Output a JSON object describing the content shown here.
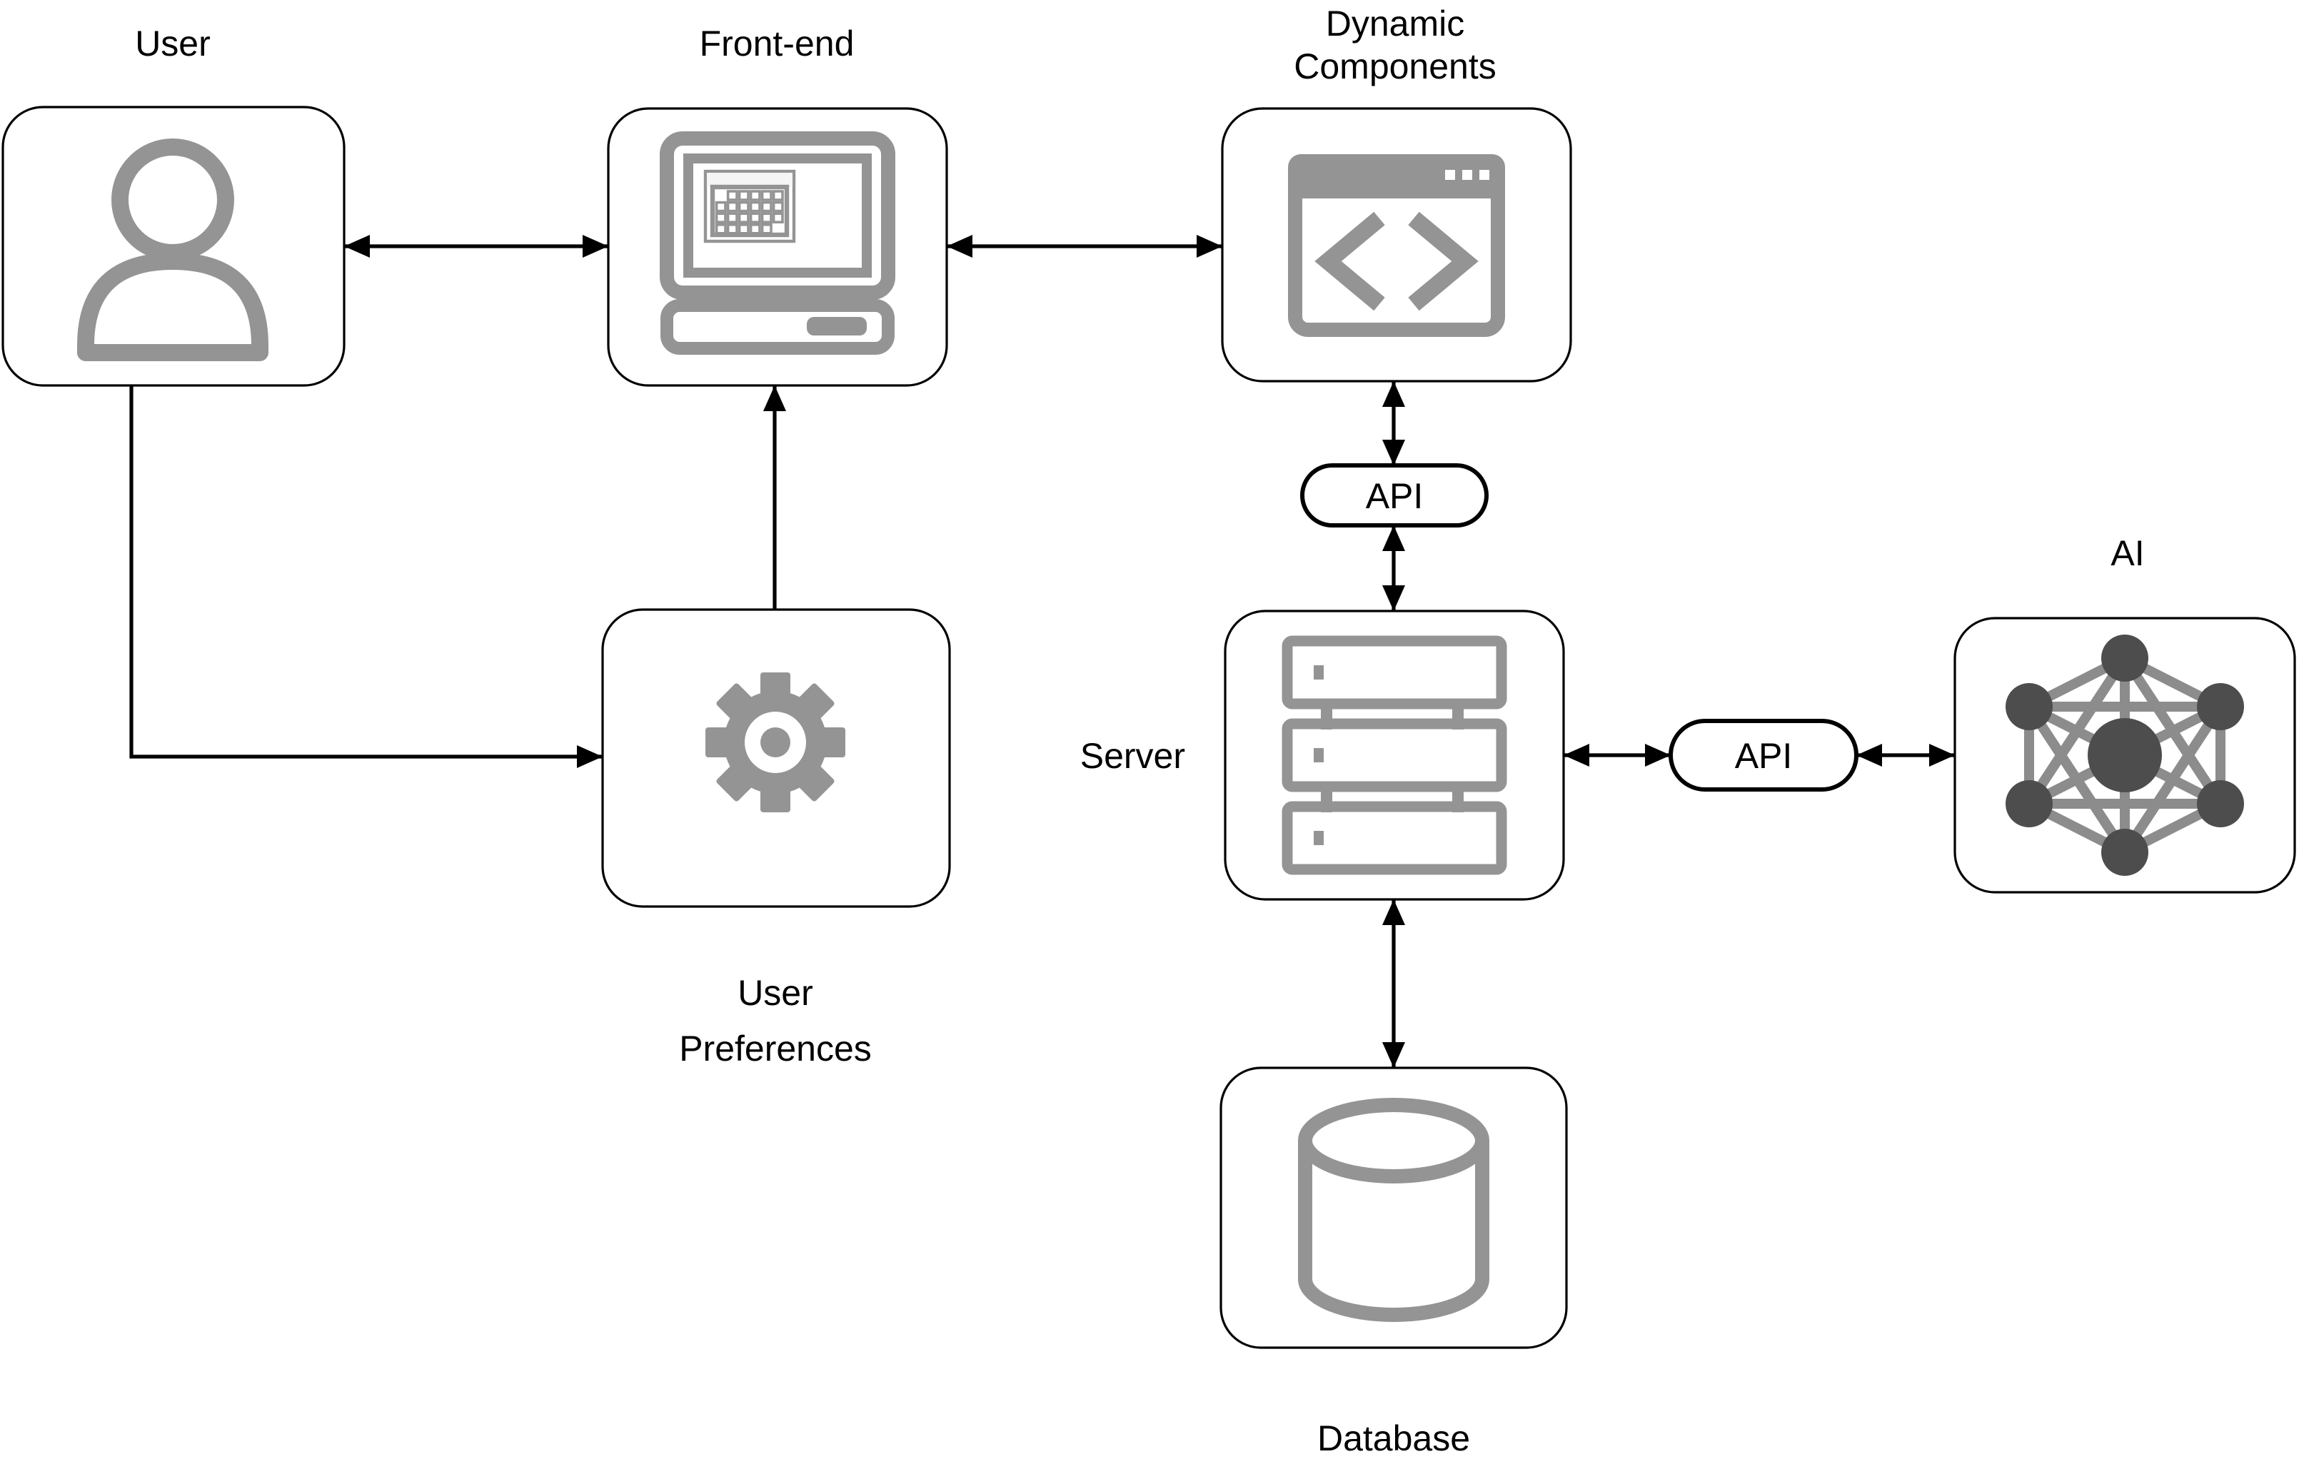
{
  "nodes": {
    "user": {
      "label": "User"
    },
    "front_end": {
      "label": "Front-end"
    },
    "dynamic_components": {
      "label_line1": "Dynamic",
      "label_line2": "Components"
    },
    "user_preferences": {
      "label_line1": "User",
      "label_line2": "Preferences"
    },
    "server": {
      "label": "Server"
    },
    "database": {
      "label": "Database"
    },
    "ai": {
      "label": "AI"
    },
    "api_top": {
      "label": "API"
    },
    "api_side": {
      "label": "API"
    }
  },
  "icons": {
    "user": "person-icon",
    "front_end": "computer-calendar-icon",
    "dynamic_components": "browser-code-icon",
    "user_preferences": "gear-icon",
    "server": "server-stack-icon",
    "database": "database-cylinder-icon",
    "ai": "neural-network-icon"
  },
  "colors": {
    "icon_gray": "#949494",
    "ai_node_gray": "#4d4d4d",
    "ai_edge_gray": "#8c8c8c",
    "connector_black": "#000000",
    "background": "#ffffff",
    "calendar_header": "#f5f5f5"
  }
}
